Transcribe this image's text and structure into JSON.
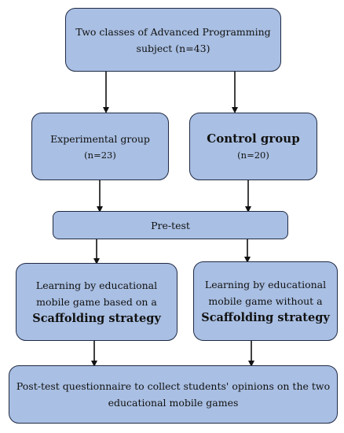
{
  "nodes": {
    "top": {
      "line1": "Two classes of Advanced Programming",
      "line2": "subject (n=43)"
    },
    "experimental": {
      "title": "Experimental group",
      "count": "(n=23)"
    },
    "control": {
      "title": "Control group",
      "count": "(n=20)"
    },
    "pretest": {
      "label": "Pre-test"
    },
    "learn_left": {
      "line1": "Learning by educational",
      "line2": "mobile game based on a",
      "emph": "Scaffolding strategy"
    },
    "learn_right": {
      "line1": "Learning by educational",
      "line2": "mobile game without a",
      "emph": "Scaffolding strategy"
    },
    "posttest": {
      "line1": "Post-test questionnaire to collect students' opinions on the two",
      "line2": "educational mobile games"
    }
  },
  "colors": {
    "box_fill": "#a9bfe3",
    "box_border": "#1f2a44",
    "arrow": "#111111"
  }
}
